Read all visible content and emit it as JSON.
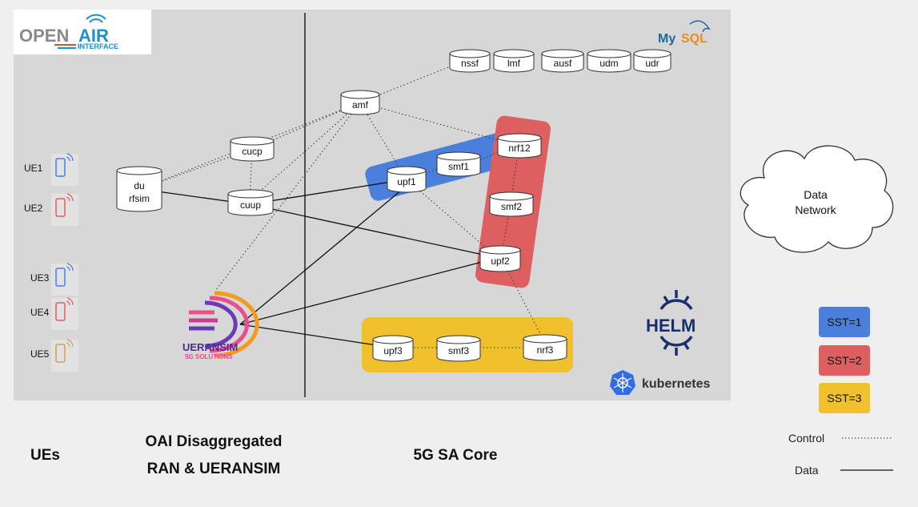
{
  "logo": {
    "line1_a": "OPEN",
    "line1_b": "AIR",
    "line2": "INTERFACE"
  },
  "mysql": {
    "a": "My",
    "b": "SQL"
  },
  "helm": "HELM",
  "kubernetes": "kubernetes",
  "ueransim": {
    "name": "UERANSIM",
    "tag": "5G SOLUTIONS"
  },
  "ues": [
    "UE1",
    "UE2",
    "UE3",
    "UE4",
    "UE5"
  ],
  "nodes": {
    "nssf": "nssf",
    "lmf": "lmf",
    "ausf": "ausf",
    "udm": "udm",
    "udr": "udr",
    "amf": "amf",
    "nrf12": "nrf12",
    "smf1": "smf1",
    "upf1": "upf1",
    "smf2": "smf2",
    "upf2": "upf2",
    "upf3": "upf3",
    "smf3": "smf3",
    "nrf3": "nrf3",
    "cucp": "cucp",
    "cuup": "cuup",
    "du_a": "du",
    "du_b": "rfsim"
  },
  "cloud": {
    "line1": "Data",
    "line2": "Network"
  },
  "slices": [
    {
      "label": "SST=1",
      "color": "#4a7fdc"
    },
    {
      "label": "SST=2",
      "color": "#dd5f5f"
    },
    {
      "label": "SST=3",
      "color": "#f0c12c"
    }
  ],
  "legend": {
    "control": "Control",
    "data": "Data"
  },
  "sections": {
    "ues": "UEs",
    "ran_line1": "OAI Disaggregated",
    "ran_line2": "RAN & UERANSIM",
    "core": "5G SA Core"
  }
}
